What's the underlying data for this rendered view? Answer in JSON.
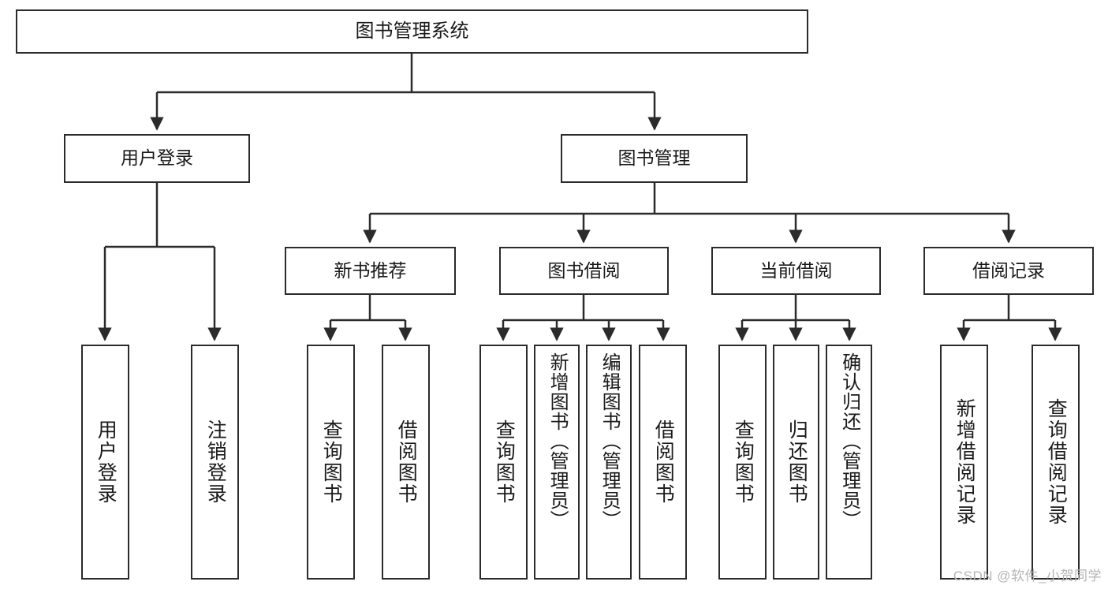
{
  "diagram": {
    "title": "图书管理系统",
    "type": "tree-hierarchy",
    "watermark": "CSDN @软件_小贺同学",
    "stroke_color": "#2b2b2b",
    "background_color": "#ffffff",
    "text_color": "#1a1a1a"
  },
  "nodes": {
    "root": {
      "label": "图书管理系统",
      "level": 1
    },
    "l2": [
      {
        "id": "user-login",
        "label": "用户登录",
        "level": 2
      },
      {
        "id": "book-manage",
        "label": "图书管理",
        "level": 2
      }
    ],
    "l3": [
      {
        "id": "new-book-recommend",
        "label": "新书推荐",
        "level": 3,
        "parent": "book-manage"
      },
      {
        "id": "book-borrow",
        "label": "图书借阅",
        "level": 3,
        "parent": "book-manage"
      },
      {
        "id": "current-borrow",
        "label": "当前借阅",
        "level": 3,
        "parent": "book-manage"
      },
      {
        "id": "borrow-record",
        "label": "借阅记录",
        "level": 3,
        "parent": "book-manage"
      }
    ],
    "leaves": [
      {
        "id": "leaf-user-login",
        "label": "用户登录",
        "parent": "user-login"
      },
      {
        "id": "leaf-user-logout",
        "label": "注销登录",
        "parent": "user-login"
      },
      {
        "id": "leaf-query-book-1",
        "label": "查询图书",
        "parent": "new-book-recommend"
      },
      {
        "id": "leaf-borrow-book-1",
        "label": "借阅图书",
        "parent": "new-book-recommend"
      },
      {
        "id": "leaf-query-book-2",
        "label": "查询图书",
        "parent": "book-borrow"
      },
      {
        "id": "leaf-add-book",
        "label": "新增图书（管理员）",
        "parent": "book-borrow"
      },
      {
        "id": "leaf-edit-book",
        "label": "编辑图书（管理员）",
        "parent": "book-borrow"
      },
      {
        "id": "leaf-borrow-book-2",
        "label": "借阅图书",
        "parent": "book-borrow"
      },
      {
        "id": "leaf-query-book-3",
        "label": "查询图书",
        "parent": "current-borrow"
      },
      {
        "id": "leaf-return-book",
        "label": "归还图书",
        "parent": "current-borrow"
      },
      {
        "id": "leaf-confirm-return",
        "label": "确认归还（管理员）",
        "parent": "current-borrow"
      },
      {
        "id": "leaf-add-record",
        "label": "新增借阅记录",
        "parent": "borrow-record"
      },
      {
        "id": "leaf-query-record",
        "label": "查询借阅记录",
        "parent": "borrow-record"
      }
    ]
  }
}
